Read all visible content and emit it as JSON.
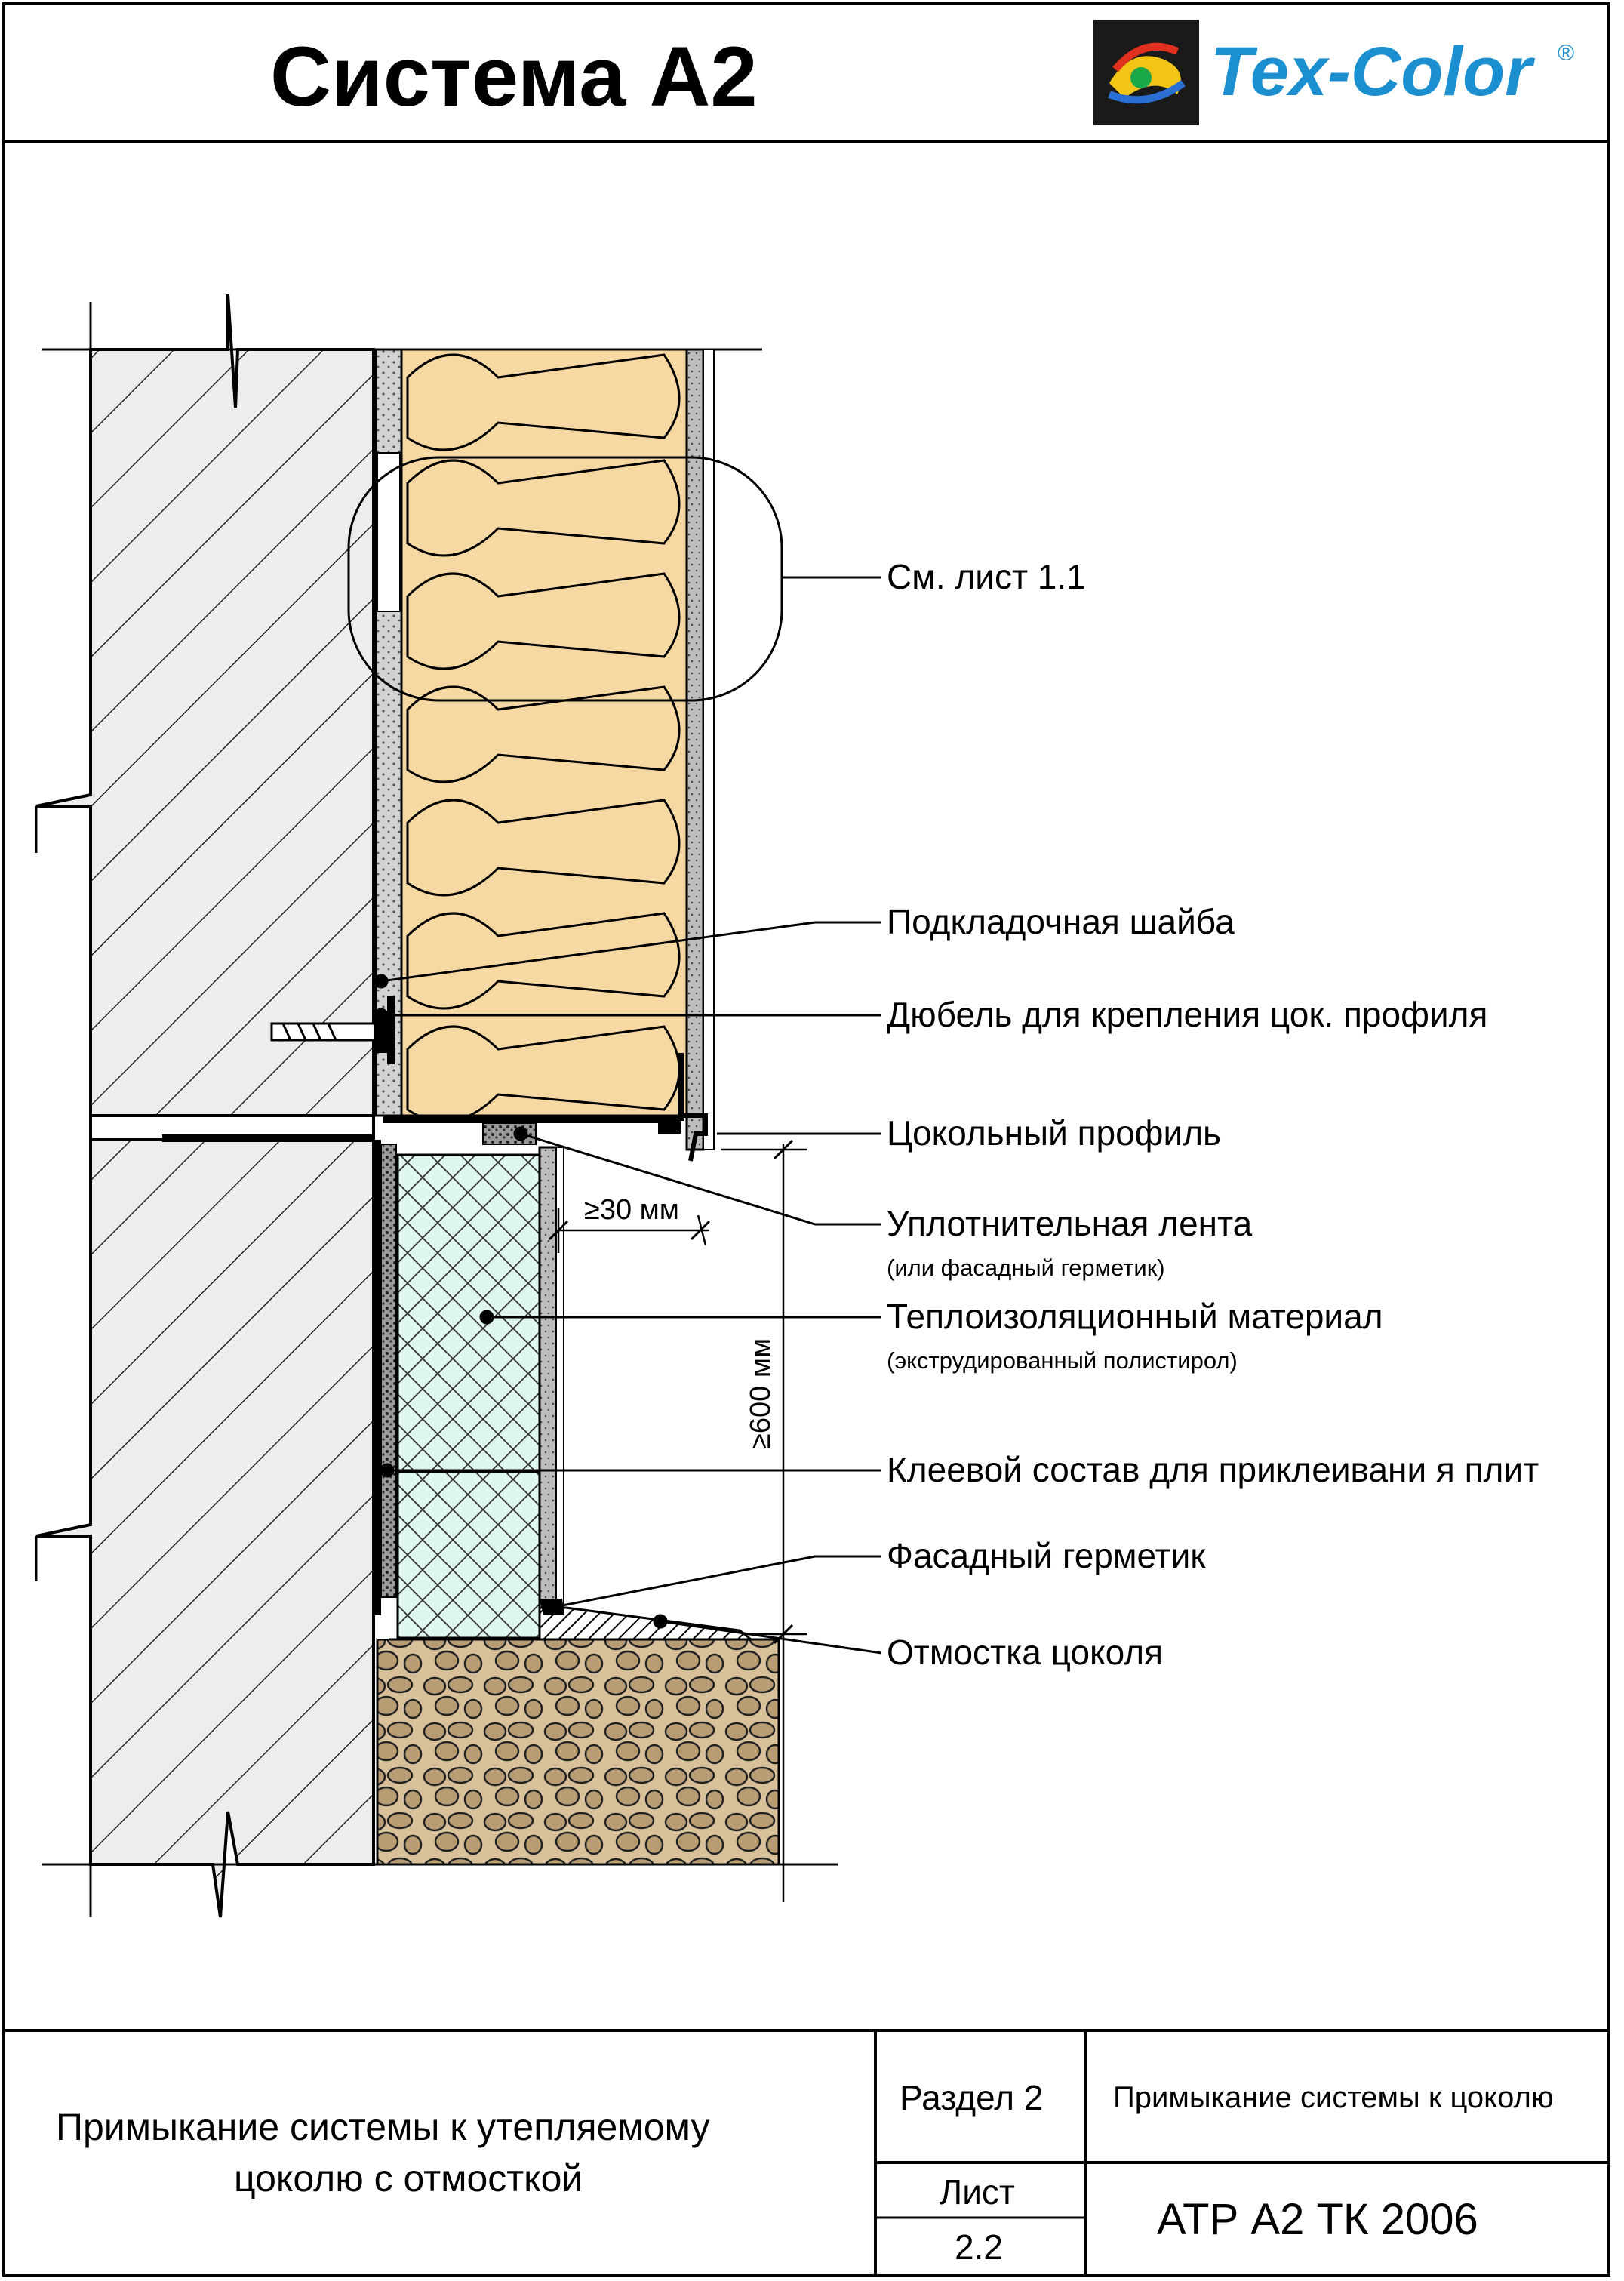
{
  "header": {
    "title": "Система А2",
    "logo_text": "Tex-Color",
    "logo_mark": "®"
  },
  "callouts": [
    {
      "text": "См. лист 1.1",
      "note": ""
    },
    {
      "text": "Подкладочная шайба",
      "note": ""
    },
    {
      "text": "Дюбель для крепления цок. профиля",
      "note": ""
    },
    {
      "text": "Цокольный профиль",
      "note": ""
    },
    {
      "text": "Уплотнительная лента",
      "note": "(или фасадный герметик)"
    },
    {
      "text": "Теплоизоляционный материал",
      "note": "(экструдированный полистирол)"
    },
    {
      "text": "Клеевой состав для приклеивани я плит",
      "note": ""
    },
    {
      "text": "Фасадный герметик",
      "note": ""
    },
    {
      "text": "Отмостка цоколя",
      "note": ""
    }
  ],
  "dimensions": {
    "gap": "≥30 мм",
    "height": "≥600 мм"
  },
  "title_block": {
    "description_line1": "Примыкание системы к утепляемому",
    "description_line2": "цоколю с отмосткой",
    "section_label": "Раздел 2",
    "section_title": "Примыкание системы к цоколю",
    "sheet_label": "Лист",
    "sheet_number": "2.2",
    "code": "АТР А2 ТК 2006"
  },
  "colors": {
    "mineral_wool": "#f6d8a3",
    "xps_fill": "#def6ec",
    "ground_fill": "#d8c09a",
    "stone_fill": "#b89c74",
    "wall_fill": "#ededed",
    "logo_blue": "#1b8fd0",
    "logo_bg": "#1a1a1a"
  },
  "icons": {
    "logo": "tex-color-logo-icon"
  }
}
